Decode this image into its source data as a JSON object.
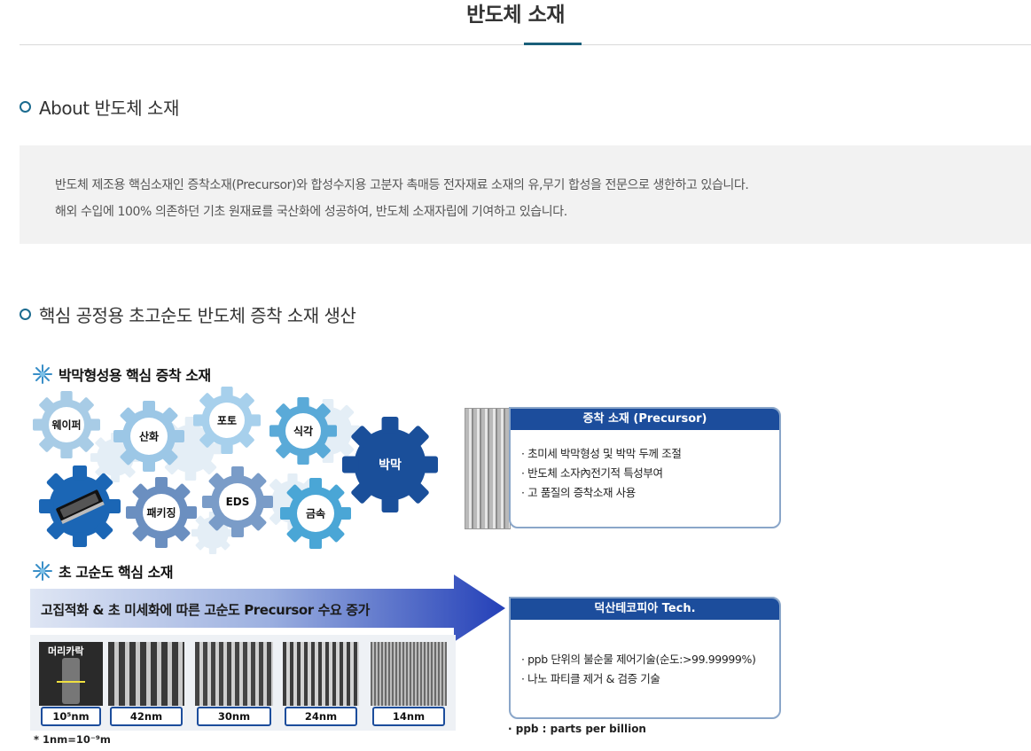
{
  "page": {
    "title": "반도체 소재"
  },
  "about": {
    "heading": "About 반도체 소재",
    "line1": "반도체 제조용 핵심소재인 증착소재(Precursor)와 합성수지용 고분자 촉매등 전자재료 소재의 유,무기 합성을 전문으로 생한하고 있습니다.",
    "line2": "해외 수입에 100% 의존하던 기초 원재료를 국산화에 성공하여, 반도체 소재자립에 기여하고 있습니다."
  },
  "production": {
    "heading": "핵심 공정용 초고순도 반도체 증착 소재 생산",
    "thin_film": {
      "title": "박막형성용 핵심 증착 소재",
      "gears": [
        "웨이퍼",
        "산화",
        "포토",
        "식각",
        "박막",
        "패키징",
        "EDS",
        "금속"
      ],
      "box_title": "증착 소재 (Precursor)",
      "box_items": [
        "· 초미세 박막형성 및 박막 두께 조절",
        "· 반도체 소자內전기적 특성부여",
        "· 고 품질의 증착소재 사용"
      ]
    },
    "high_purity": {
      "title": "초 고순도 핵심 소재",
      "arrow_text": "고집적화 & 초 미세화에 따른 고순도 Precursor 수요 증가",
      "scales": [
        "10⁵nm",
        "42nm",
        "30nm",
        "24nm",
        "14nm"
      ],
      "hair_label": "머리카락",
      "unit_note": "* 1nm=10⁻⁹m",
      "box_title": "덕산테코피아 Tech.",
      "box_items": [
        "· ppb 단위의 불순물 제어기술(순도:>99.99999%)",
        "· 나노 파티클 제거 & 검증 기술"
      ],
      "ppb_note": "· ppb : parts per billion"
    }
  },
  "colors": {
    "accent": "#1a5f7a",
    "navy": "#1c4d9c",
    "gear_light": "#a9d2ec",
    "gear_dark": "#1a4f9a"
  }
}
